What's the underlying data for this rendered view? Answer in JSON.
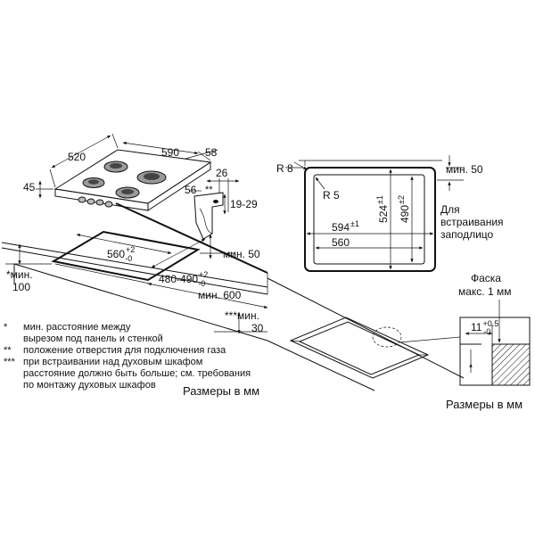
{
  "left": {
    "hob_dims": {
      "width": "520",
      "depth": "590",
      "height": "45",
      "side": "58",
      "top_offset": "26",
      "step": "56",
      "double_star": "**",
      "range": "19-29"
    },
    "cutout": {
      "width_base": "560",
      "width_tol_plus": "+2",
      "width_tol_minus": "-0",
      "depth_base": "480-490",
      "depth_tol_plus": "+2",
      "depth_tol_minus": "-0"
    },
    "min_clearances": {
      "min_50": "мин. 50",
      "min_600": "мин. 600",
      "min_100_label": "*мин.",
      "min_100_value": "100",
      "min_30_label": "***мин.",
      "min_30_value": "30"
    },
    "notes": [
      {
        "mark": "*",
        "text": "мин. расстояние между"
      },
      {
        "mark": "",
        "text": "вырезом под панель и стенкой"
      },
      {
        "mark": "**",
        "text": "положение отверстия для подключения газа"
      },
      {
        "mark": "***",
        "text": "при встраивании над духовым шкафом"
      },
      {
        "mark": "",
        "text": "расстояние должно быть больше; см. требования"
      },
      {
        "mark": "",
        "text": "по монтажу духовых шкафов"
      }
    ],
    "caption": "Размеры в мм"
  },
  "right": {
    "top": {
      "r_outer": "R 8",
      "r_inner": "R 5",
      "min_50": "мин. 50",
      "w_outer_base": "594",
      "w_outer_tol": "±1",
      "w_inner": "560",
      "h_outer_base": "524",
      "h_outer_tol": "±1",
      "h_inner_base": "490",
      "h_inner_tol": "±2",
      "flush_line1": "Для",
      "flush_line2": "встраивания",
      "flush_line3": "заподлицо"
    },
    "chamfer": {
      "line1": "Фаска",
      "line2": "макс. 1 мм",
      "dim_base": "11",
      "dim_tol_plus": "+0.5",
      "dim_tol_minus": "-0"
    },
    "caption": "Размеры в мм"
  }
}
